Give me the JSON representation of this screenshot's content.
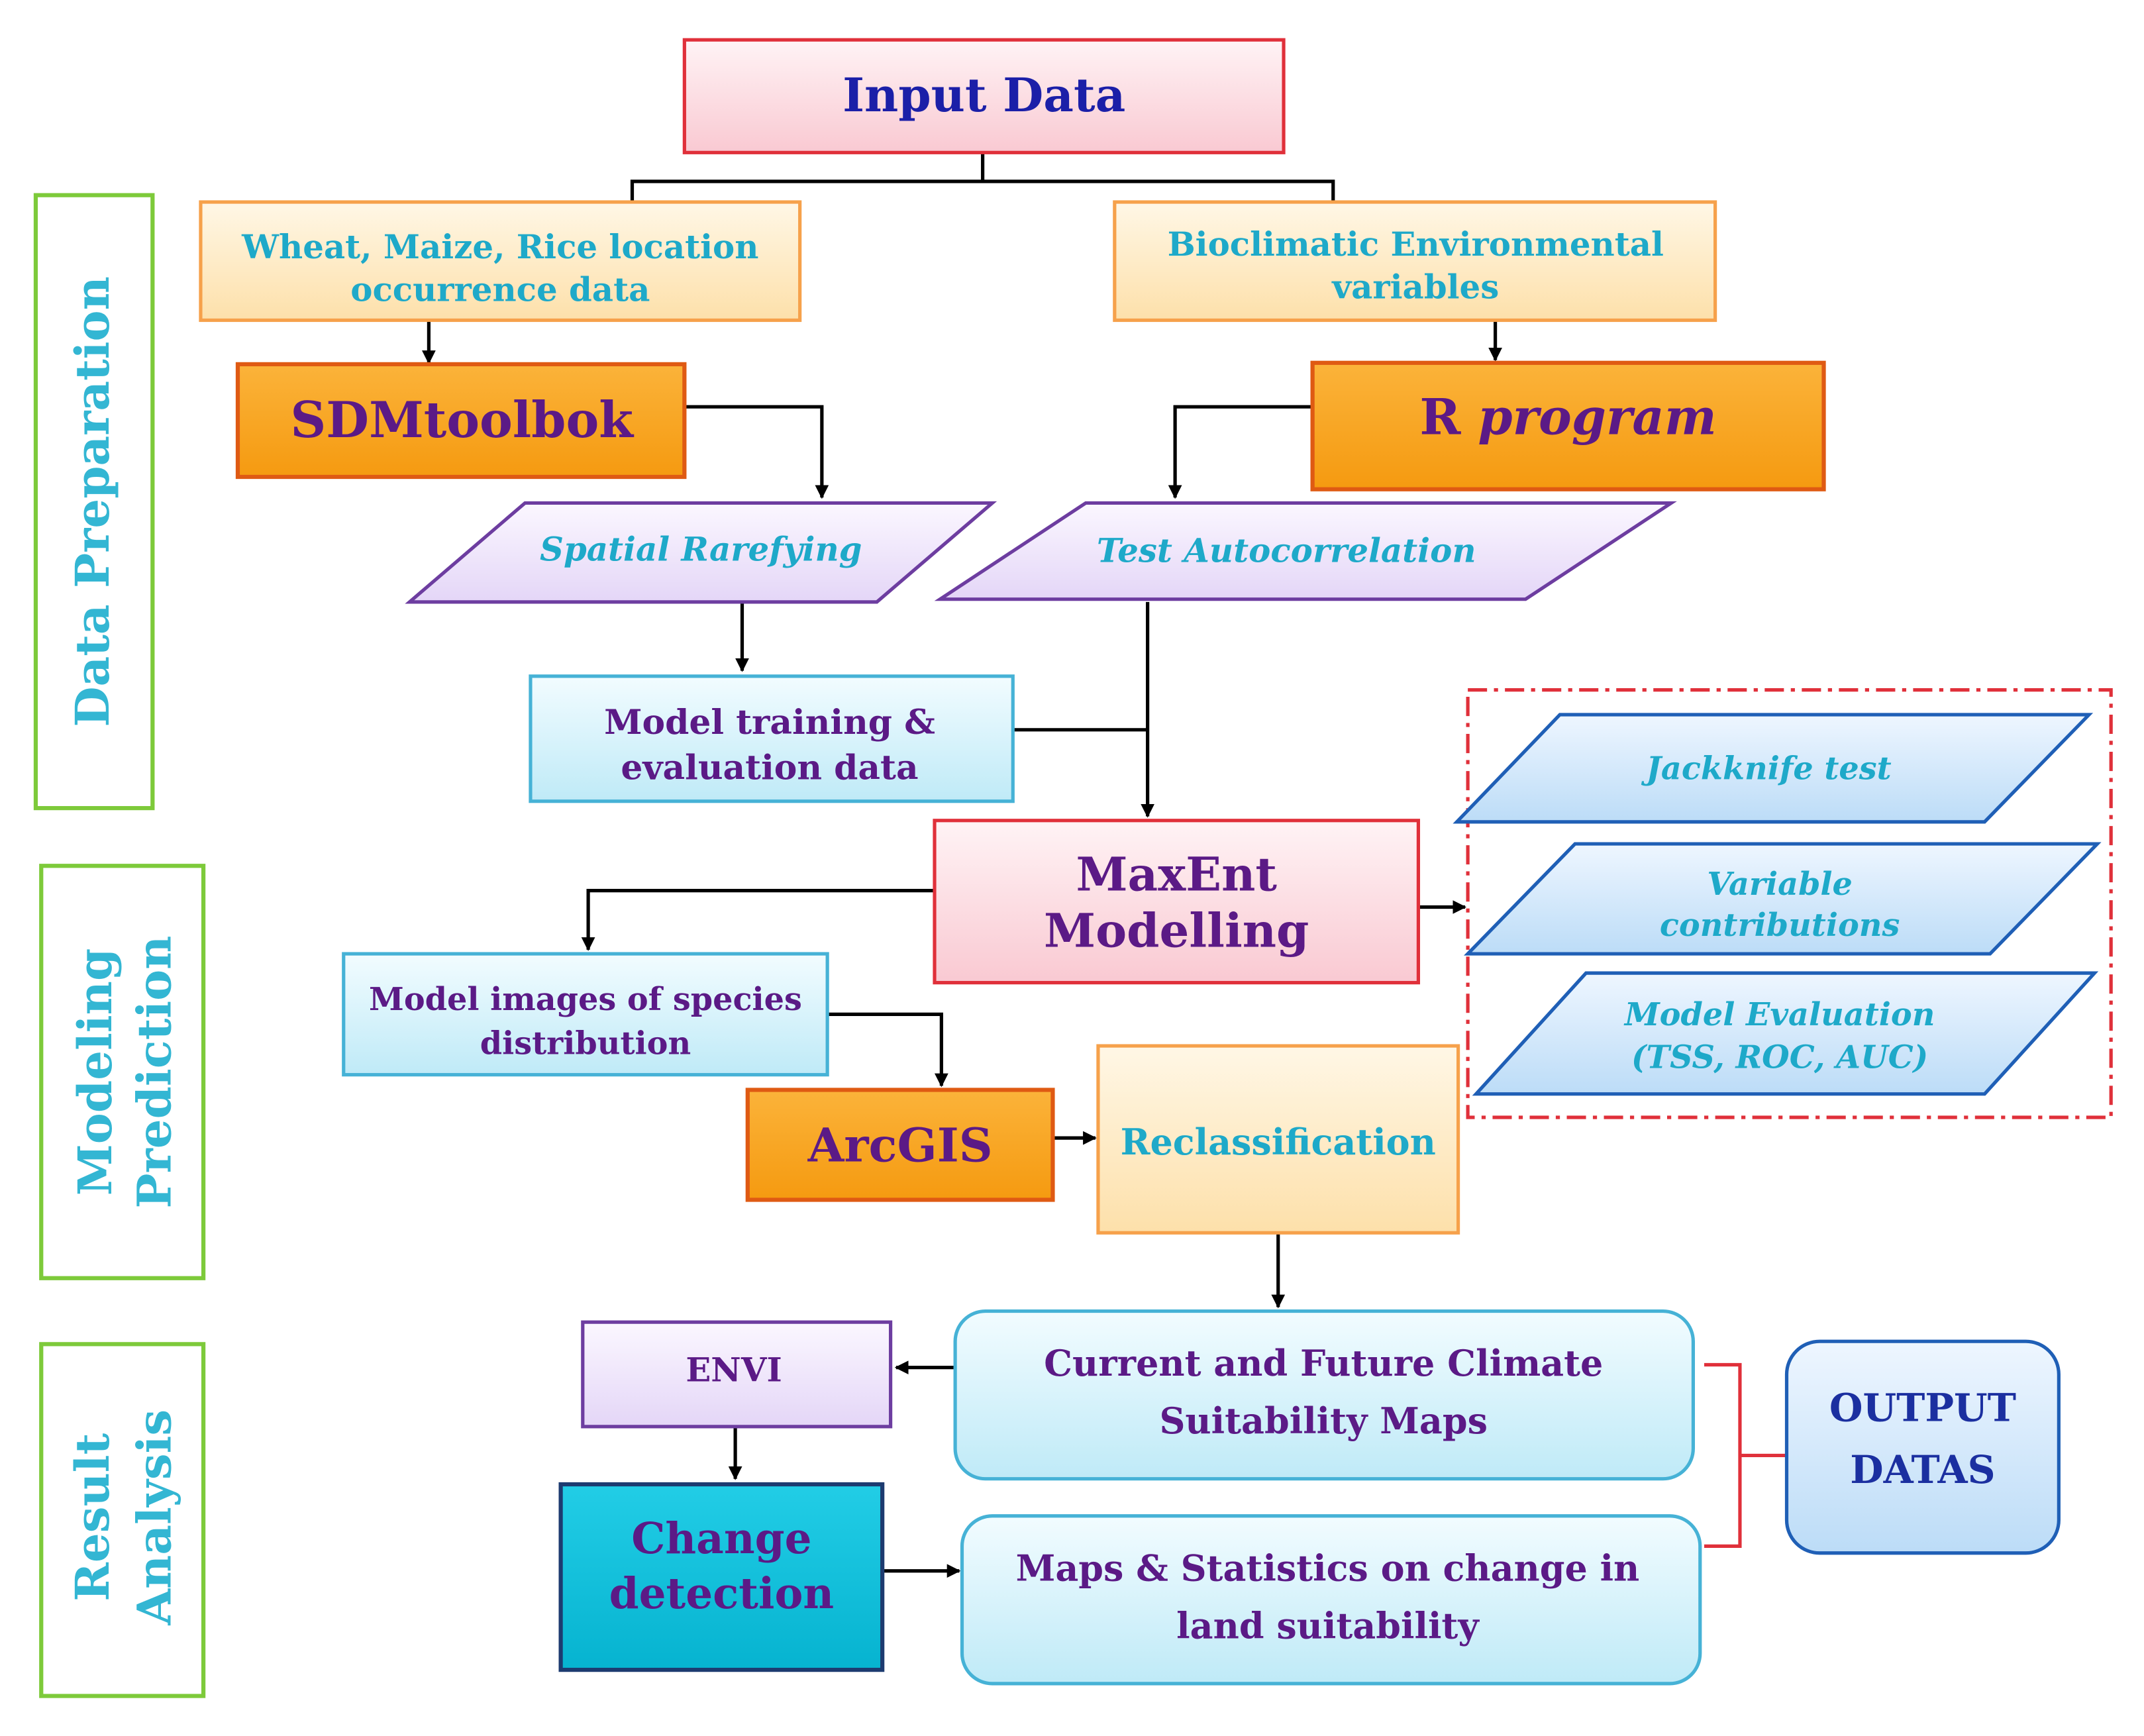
{
  "nodes": {
    "input_data": "Input Data",
    "crop_occurrence": [
      "Wheat, Maize, Rice location",
      "occurrence data"
    ],
    "bioclimatic": [
      "Bioclimatic Environmental",
      "variables"
    ],
    "sdmtoolbok": "SDMtoolbok",
    "r_program": {
      "r": "R",
      "program": "program"
    },
    "spatial_rarefying": "Spatial Rarefying",
    "test_autocorrelation": "Test Autocorrelation",
    "model_training": [
      "Model training &",
      "evaluation data"
    ],
    "maxent": [
      "MaxEnt",
      "Modelling"
    ],
    "jackknife": "Jackknife test",
    "variable_contributions": [
      "Variable",
      "contributions"
    ],
    "model_evaluation": [
      "Model Evaluation",
      "(TSS, ROC, AUC)"
    ],
    "model_images": [
      "Model images of species",
      "distribution"
    ],
    "arcgis": "ArcGIS",
    "reclassification": "Reclassification",
    "envi": "ENVI",
    "suitability_maps": [
      "Current and Future Climate",
      "Suitability Maps"
    ],
    "change_detection": [
      "Change",
      "detection"
    ],
    "maps_statistics": [
      "Maps & Statistics on change in",
      "land suitability"
    ],
    "output_datas": [
      "OUTPUT",
      "DATAS"
    ]
  },
  "stages": {
    "data_preparation": "Data Preparation",
    "modeling_prediction": [
      "Modeling",
      "Prediction"
    ],
    "result_analysis": [
      "Result",
      "Analysis"
    ]
  },
  "colors": {
    "pink_fill": "#fcd9df",
    "red_border": "#e0303a",
    "peach_fill": "#fde9c6",
    "orange_border": "#f6a14b",
    "orange_fill": "#f8a21c",
    "orange_dark_border": "#df5a13",
    "lavender_fill": "#eee4fb",
    "purple_border": "#6d3da0",
    "lightcyan_fill": "#d8f4fb",
    "cyan_border": "#46b2d6",
    "blue_para_fill": "#d6eafb",
    "blue_para_border": "#1f5fb6",
    "teal_fill": "#0ec2dd",
    "navy_border": "#1d3b70",
    "green_border": "#7dca3a"
  }
}
